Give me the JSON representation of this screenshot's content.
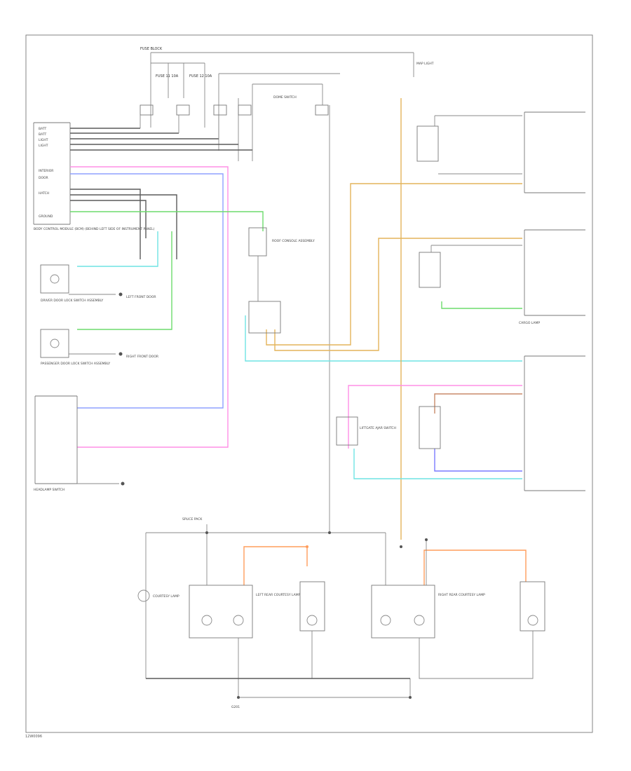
{
  "diagram": {
    "colors": {
      "black": "#5a5a5a",
      "pink": "#ff8fe6",
      "blue": "#8fa0ff",
      "green": "#6ddc6d",
      "cyan": "#6fe3e3",
      "tan": "#e3b45a",
      "orange": "#ff9d5c",
      "purple": "#7a7aff",
      "brown": "#c98a6a"
    },
    "fuse_block": {
      "label": "FUSE BLOCK",
      "fuses": [
        "FUSE 11 10A",
        "FUSE 12 10A"
      ]
    },
    "body_control_module": {
      "label": "BODY CONTROL MODULE (BCM) (BEHIND LEFT SIDE OF INSTRUMENT PANEL)",
      "pins": [
        "BATT",
        "BATT",
        "LIGHT",
        "LIGHT",
        "INTERIOR",
        "DOOR",
        "HATCH",
        "GROUND"
      ]
    },
    "components": {
      "roof_console": "ROOF CONSOLE ASSEMBLY",
      "dome_switch": "DOME SWITCH",
      "map_light": "MAP LIGHT",
      "left_front_door": "LEFT FRONT DOOR",
      "right_front_door": "RIGHT FRONT DOOR",
      "driver_door": "DRIVER DOOR LOCK SWITCH ASSEMBLY",
      "passenger_door": "PASSENGER DOOR LOCK SWITCH ASSEMBLY",
      "liftgate": "LIFTGATE AJAR SWITCH",
      "headlamp_switch": "HEADLAMP SWITCH",
      "courtesy_lamp": "COURTESY LAMP",
      "cargo_lamp": "CARGO LAMP",
      "left_rear_lamp": "LEFT REAR COURTESY LAMP",
      "right_rear_lamp": "RIGHT REAR COURTESY LAMP",
      "ground": "G201",
      "splice": "SPLICE PACK"
    },
    "footer_code": "12W0096"
  }
}
